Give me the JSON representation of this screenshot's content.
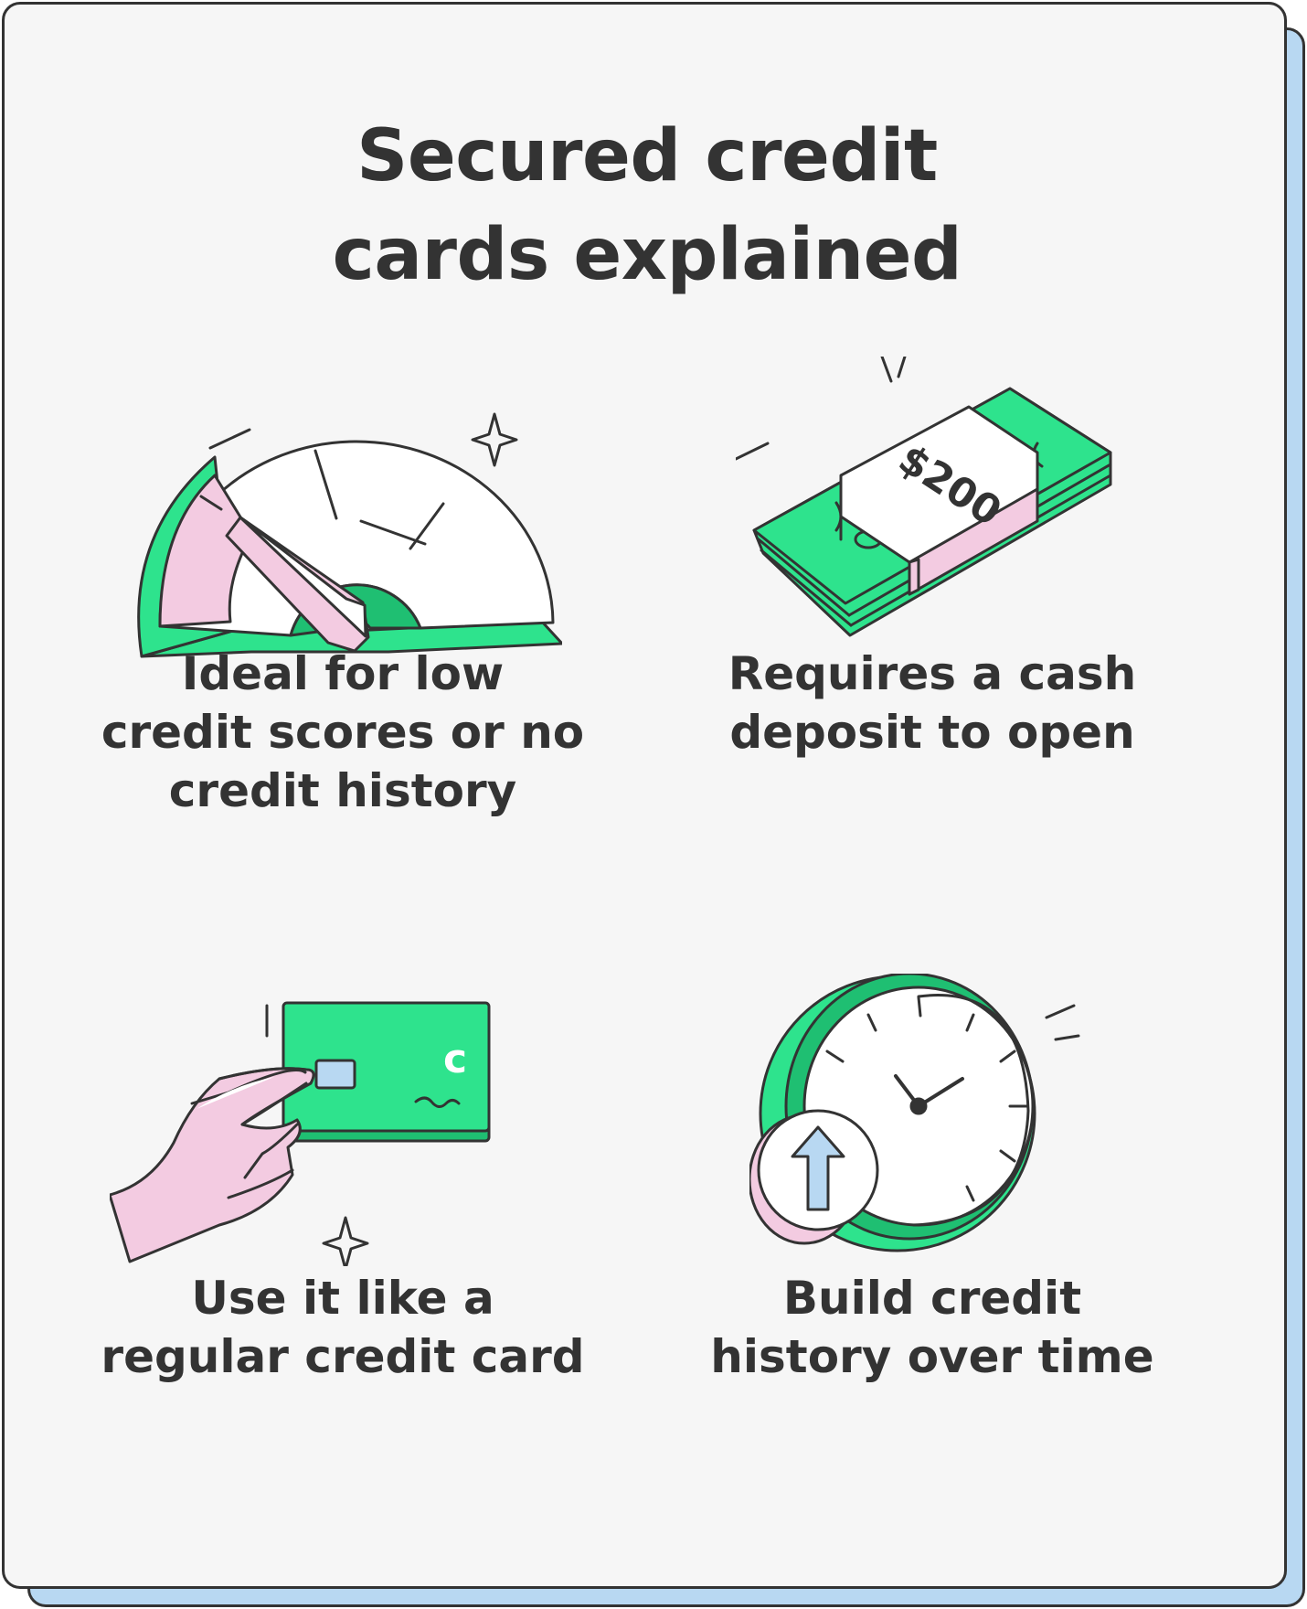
{
  "title": {
    "line1": "Secured credit",
    "line2": "cards explained"
  },
  "colors": {
    "green": "#2ee38d",
    "dark_green": "#1fbf72",
    "pink": "#f3cbe1",
    "light_blue": "#b8d8f2",
    "outline": "#333333",
    "background": "#f6f6f6"
  },
  "items": [
    {
      "icon": "speedometer-icon",
      "lines": [
        "Ideal for low",
        "credit scores or no",
        "credit history"
      ]
    },
    {
      "icon": "cash-stack-icon",
      "bill_label": "$200",
      "lines": [
        "Requires a cash",
        "deposit to open"
      ]
    },
    {
      "icon": "hand-holding-card-icon",
      "card_logo": "c",
      "lines": [
        "Use it like a",
        "regular credit card"
      ]
    },
    {
      "icon": "clock-arrow-up-icon",
      "lines": [
        "Build credit",
        "history over time"
      ]
    }
  ]
}
